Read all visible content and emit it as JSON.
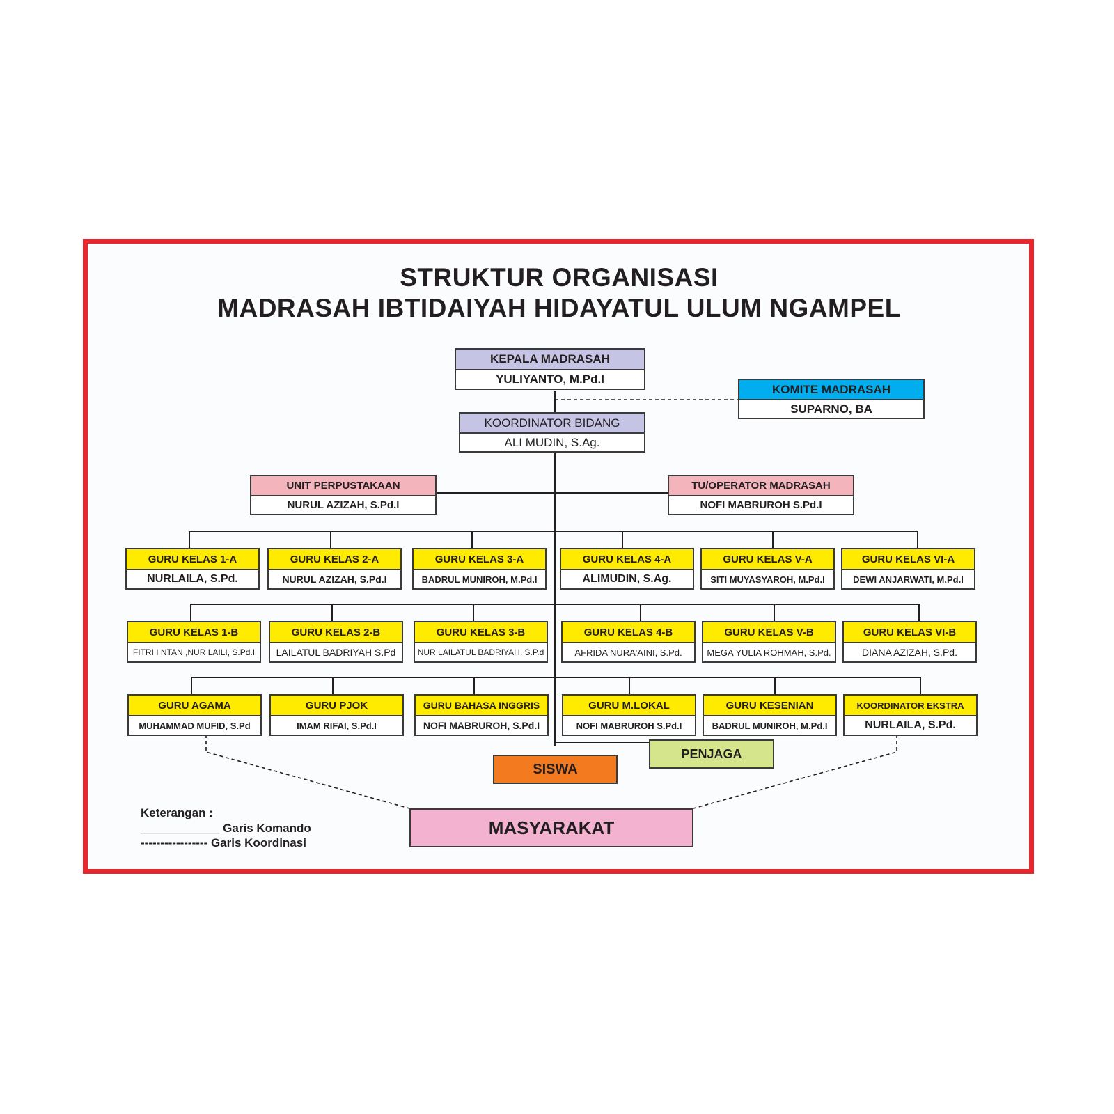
{
  "title": {
    "line1": "STRUKTUR ORGANISASI",
    "line2": "MADRASAH IBTIDAIYAH HIDAYATUL ULUM NGAMPEL"
  },
  "kepala": {
    "title": "KEPALA MADRASAH",
    "name": "YULIYANTO, M.Pd.I"
  },
  "komite": {
    "title": "KOMITE MADRASAH",
    "name": "SUPARNO, BA"
  },
  "koordinator": {
    "title": "KOORDINATOR BIDANG",
    "name": "ALI MUDIN, S.Ag."
  },
  "perpustakaan": {
    "title": "UNIT PERPUSTAKAAN",
    "name": "NURUL AZIZAH, S.Pd.I"
  },
  "tu": {
    "title": "TU/OPERATOR MADRASAH",
    "name": "NOFI MABRUROH S.Pd.I"
  },
  "row_a": [
    {
      "title": "GURU KELAS 1-A",
      "name": "NURLAILA, S.Pd."
    },
    {
      "title": "GURU KELAS 2-A",
      "name": "NURUL AZIZAH, S.Pd.I"
    },
    {
      "title": "GURU KELAS 3-A",
      "name": "BADRUL MUNIROH, M.Pd.I"
    },
    {
      "title": "GURU KELAS 4-A",
      "name": "ALIMUDIN, S.Ag."
    },
    {
      "title": "GURU KELAS V-A",
      "name": "SITI MUYASYAROH, M.Pd.I"
    },
    {
      "title": "GURU KELAS VI-A",
      "name": "DEWI ANJARWATI, M.Pd.I"
    }
  ],
  "row_b": [
    {
      "title": "GURU KELAS 1-B",
      "name": "FITRI I NTAN ,NUR LAILI, S.Pd.I"
    },
    {
      "title": "GURU KELAS 2-B",
      "name": "LAILATUL BADRIYAH S.Pd"
    },
    {
      "title": "GURU KELAS 3-B",
      "name": "NUR LAILATUL BADRIYAH, S.P.d"
    },
    {
      "title": "GURU KELAS 4-B",
      "name": "AFRIDA NURA'AINI, S.Pd."
    },
    {
      "title": "GURU KELAS V-B",
      "name": "MEGA YULIA ROHMAH, S.Pd."
    },
    {
      "title": "GURU KELAS VI-B",
      "name": "DIANA AZIZAH, S.Pd."
    }
  ],
  "row_c": [
    {
      "title": "GURU AGAMA",
      "name": "MUHAMMAD MUFID, S.Pd"
    },
    {
      "title": "GURU PJOK",
      "name": "IMAM RIFAI, S.Pd.I"
    },
    {
      "title": "GURU BAHASA INGGRIS",
      "name": "NOFI MABRUROH, S.Pd.I"
    },
    {
      "title": "GURU M.LOKAL",
      "name": "NOFI MABRUROH S.Pd.I"
    },
    {
      "title": "GURU KESENIAN",
      "name": "BADRUL MUNIROH, M.Pd.I"
    },
    {
      "title": "KOORDINATOR EKSTRA",
      "name": "NURLAILA, S.Pd."
    }
  ],
  "penjaga": "PENJAGA",
  "siswa": "SISWA",
  "masyarakat": "MASYARAKAT",
  "legend": {
    "heading": "Keterangan :",
    "komando": "____________ Garis Komando",
    "koordinasi": "----------------- Garis Koordinasi"
  },
  "colors": {
    "frame": "#e8262d",
    "teacher_header": "#ffeb00",
    "leader_header": "#c6c4e4",
    "unit_header": "#f4b4bc",
    "komite_header": "#00aeef",
    "siswa": "#f47a20",
    "penjaga": "#d4e58c",
    "masyarakat": "#f2b2d0"
  }
}
